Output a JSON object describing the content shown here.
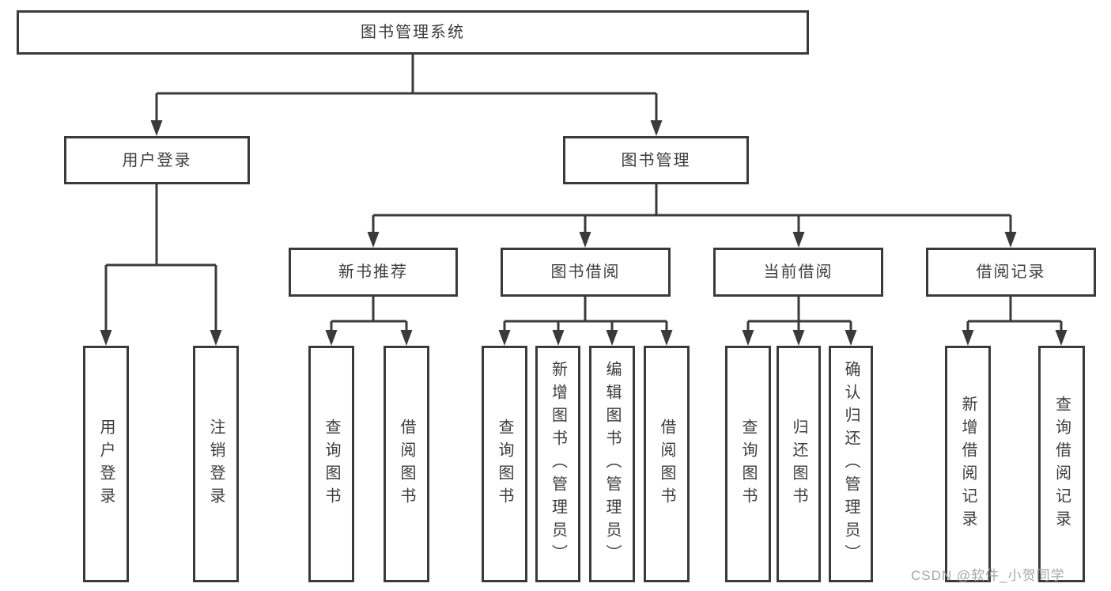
{
  "diagram": {
    "title": "图书管理系统",
    "nodes": [
      {
        "id": "root",
        "label": "图书管理系统",
        "level": 1
      },
      {
        "id": "user-login",
        "label": "用户登录",
        "level": 2
      },
      {
        "id": "book-mgmt",
        "label": "图书管理",
        "level": 2
      },
      {
        "id": "new-book-rec",
        "label": "新书推荐",
        "level": 3
      },
      {
        "id": "book-borrow",
        "label": "图书借阅",
        "level": 3
      },
      {
        "id": "current-borrow",
        "label": "当前借阅",
        "level": 3
      },
      {
        "id": "borrow-record",
        "label": "借阅记录",
        "level": 3
      },
      {
        "id": "user-login-leaf",
        "label": "用户登录",
        "level": 4,
        "parent": "user-login"
      },
      {
        "id": "logout-leaf",
        "label": "注销登录",
        "level": 4,
        "parent": "user-login"
      },
      {
        "id": "query-book-rec",
        "label": "查询图书",
        "level": 4,
        "parent": "new-book-rec"
      },
      {
        "id": "borrow-book-rec",
        "label": "借阅图书",
        "level": 4,
        "parent": "new-book-rec"
      },
      {
        "id": "query-book-borrow",
        "label": "查询图书",
        "level": 4,
        "parent": "book-borrow"
      },
      {
        "id": "add-book",
        "label": "新增图书（管理员）",
        "level": 4,
        "parent": "book-borrow"
      },
      {
        "id": "edit-book",
        "label": "编辑图书（管理员）",
        "level": 4,
        "parent": "book-borrow"
      },
      {
        "id": "borrow-book",
        "label": "借阅图书",
        "level": 4,
        "parent": "book-borrow"
      },
      {
        "id": "query-book-current",
        "label": "查询图书",
        "level": 4,
        "parent": "current-borrow"
      },
      {
        "id": "return-book",
        "label": "归还图书",
        "level": 4,
        "parent": "current-borrow"
      },
      {
        "id": "confirm-return",
        "label": "确认归还（管理员）",
        "level": 4,
        "parent": "current-borrow"
      },
      {
        "id": "add-borrow-record",
        "label": "新增借阅记录",
        "level": 4,
        "parent": "borrow-record"
      },
      {
        "id": "query-borrow-record",
        "label": "查询借阅记录",
        "level": 4,
        "parent": "borrow-record"
      }
    ]
  },
  "watermark": {
    "text": "CSDN @软件_小贺同学"
  },
  "colors": {
    "line": "#3a3a3a",
    "box_border": "#3a3a3a",
    "text": "#3d3d3d",
    "watermark": "#a6a6a6",
    "background": "#ffffff"
  }
}
